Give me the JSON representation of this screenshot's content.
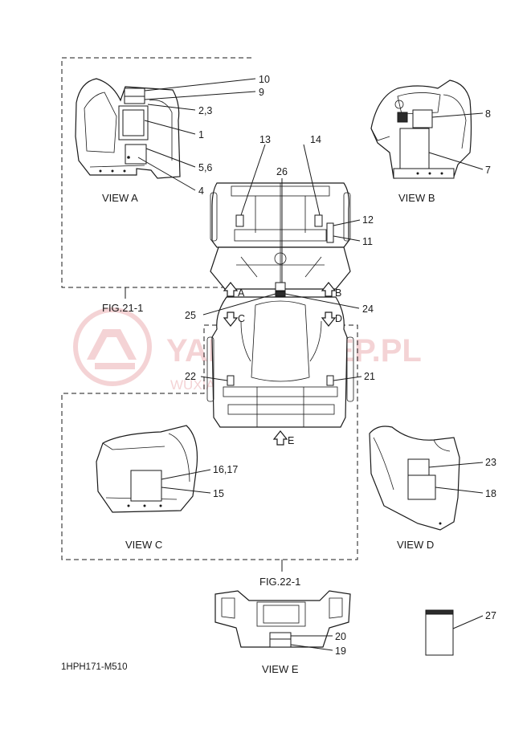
{
  "watermark": {
    "brand": "YAMA-SKLEP.PL",
    "tagline": "WUXIAN DEALER YAMAHA",
    "color": "#e8a0a3"
  },
  "diagram_code": "1HPH171-M510",
  "views": {
    "a": "VIEW A",
    "b": "VIEW B",
    "c": "VIEW C",
    "d": "VIEW D",
    "e": "VIEW E"
  },
  "figure_refs": {
    "top": "FIG.21-1",
    "bottom": "FIG.22-1"
  },
  "direction_markers": {
    "a": "A",
    "b": "B",
    "c": "C",
    "d": "D",
    "e": "E"
  },
  "callouts": {
    "p1": "1",
    "p2_3": "2,3",
    "p4": "4",
    "p5_6": "5,6",
    "p7": "7",
    "p8": "8",
    "p9": "9",
    "p10": "10",
    "p11": "11",
    "p12": "12",
    "p13": "13",
    "p14": "14",
    "p15": "15",
    "p16_17": "16,17",
    "p18": "18",
    "p19": "19",
    "p20": "20",
    "p21": "21",
    "p22": "22",
    "p23": "23",
    "p24": "24",
    "p25": "25",
    "p26": "26",
    "p27": "27"
  }
}
